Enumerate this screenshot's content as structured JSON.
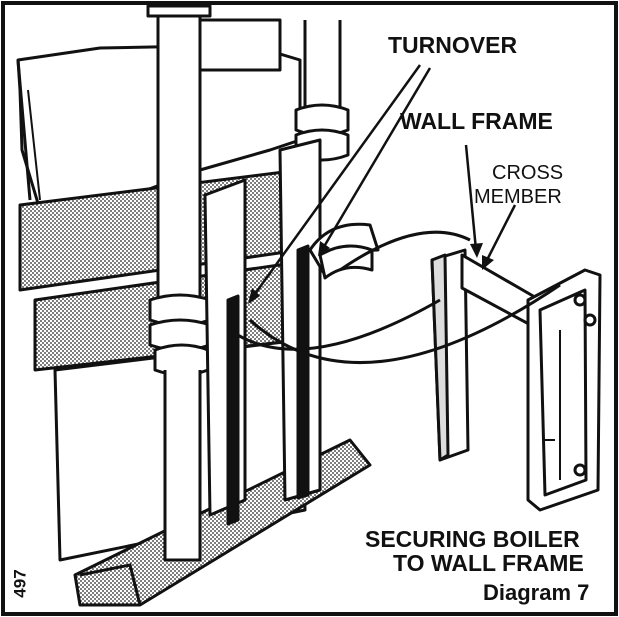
{
  "labels": {
    "turnover": "TURNOVER",
    "wall_frame": "WALL FRAME",
    "cross_member_line1": "CROSS",
    "cross_member_line2": "MEMBER"
  },
  "caption": {
    "line1": "SECURING BOILER",
    "line2": "TO WALL FRAME",
    "diagram": "Diagram 7"
  },
  "ref_number": "497",
  "colors": {
    "ink": "#111111",
    "paper": "#ffffff",
    "stipple": "#8a8a8a"
  }
}
